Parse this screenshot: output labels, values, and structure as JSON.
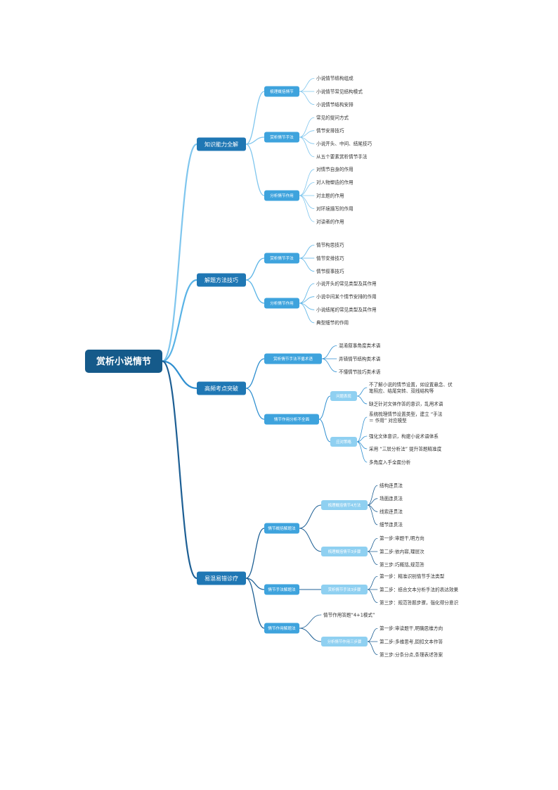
{
  "root": {
    "label": "赏析小说情节",
    "children": [
      {
        "label": "知识能力全解",
        "children": [
          {
            "label": "梳理概括情节",
            "children": [
              {
                "label": "小说情节结构组成"
              },
              {
                "label": "小说情节常见结构模式"
              },
              {
                "label": "小说情节结构安排"
              }
            ]
          },
          {
            "label": "赏析情节手法",
            "children": [
              {
                "label": "常见的提问方式"
              },
              {
                "label": "情节安排技巧"
              },
              {
                "label": "小说开头、中间、结尾技巧"
              },
              {
                "label": "从五个要素赏析情节手法"
              }
            ]
          },
          {
            "label": "分析情节作用",
            "children": [
              {
                "label": "对情节自身的作用"
              },
              {
                "label": "对人物塑造的作用"
              },
              {
                "label": "对主题的作用"
              },
              {
                "label": "对环境描写的作用"
              },
              {
                "label": "对读者的作用"
              }
            ]
          }
        ]
      },
      {
        "label": "解题方法技巧",
        "children": [
          {
            "label": "赏析情节手法",
            "children": [
              {
                "label": "情节构思技巧"
              },
              {
                "label": "情节安排技巧"
              },
              {
                "label": "情节叙事技巧"
              }
            ]
          },
          {
            "label": "分析情节作用",
            "children": [
              {
                "label": "小说开头的常见类型及其作用"
              },
              {
                "label": "小说中间某个情节安排的作用"
              },
              {
                "label": "小说结尾的常见类型及其作用"
              },
              {
                "label": "典型细节的作用"
              }
            ]
          }
        ]
      },
      {
        "label": "高频考点突破",
        "children": [
          {
            "label": "赏析情节手法不循术语",
            "children": [
              {
                "label": "混淆叙事角度类术语"
              },
              {
                "label": "弄错情节结构类术语"
              },
              {
                "label": "不懂情节技巧类术语"
              }
            ]
          },
          {
            "label": "情节作用分析不全面",
            "children": [
              {
                "label": "问题表现",
                "children": [
                  {
                    "label": "不了解小说的情节设置，如设置悬念、伏笔照应、结尾突转、双线结构等"
                  },
                  {
                    "label": "缺乏针对文体作答的意识，乱用术语"
                  }
                ]
              },
              {
                "label": "应对策略",
                "children": [
                  {
                    "label": "系统梳理情节设置类型，建立 “手法 ＝ 作用” 对应模型"
                  },
                  {
                    "label": "强化文体意识，构建小说术语体系"
                  },
                  {
                    "label": "采用 “三层分析法” 提升答题精准度"
                  },
                  {
                    "label": "多角度入手全面分析"
                  }
                ]
              }
            ]
          }
        ]
      },
      {
        "label": "易混易错诊疗",
        "children": [
          {
            "label": "情节概括解题法",
            "children": [
              {
                "label": "梳理概括情节4方法",
                "children": [
                  {
                    "label": "结构连贯法"
                  },
                  {
                    "label": "场面连贯法"
                  },
                  {
                    "label": "线索连贯法"
                  },
                  {
                    "label": "细节连贯法"
                  }
                ]
              },
              {
                "label": "梳理概括情节3步骤",
                "children": [
                  {
                    "label": "第一步:审题干,明方向"
                  },
                  {
                    "label": "第二步:依内容,理层次"
                  },
                  {
                    "label": "第三步:巧概括,规范答"
                  }
                ]
              }
            ]
          },
          {
            "label": "情节手法解题法",
            "children": [
              {
                "label": "赏析情节手法3步骤",
                "children": [
                  {
                    "label": "第一步：精准识别情节手法类型"
                  },
                  {
                    "label": "第二步：结合文本分析手法的表达效果"
                  },
                  {
                    "label": "第三步：规范答题步骤，强化得分意识"
                  }
                ]
              }
            ]
          },
          {
            "label": "情节作用解题法",
            "children": [
              {
                "label": "情节作用答题“4+1模式”"
              },
              {
                "label": "分析情节作用三步骤",
                "children": [
                  {
                    "label": "第一步:审读题干,明确思维方向"
                  },
                  {
                    "label": "第二步:多维思考,回扣文本作答"
                  },
                  {
                    "label": "第三步:分条分点,条理表述答案"
                  }
                ]
              }
            ]
          }
        ]
      }
    ]
  }
}
